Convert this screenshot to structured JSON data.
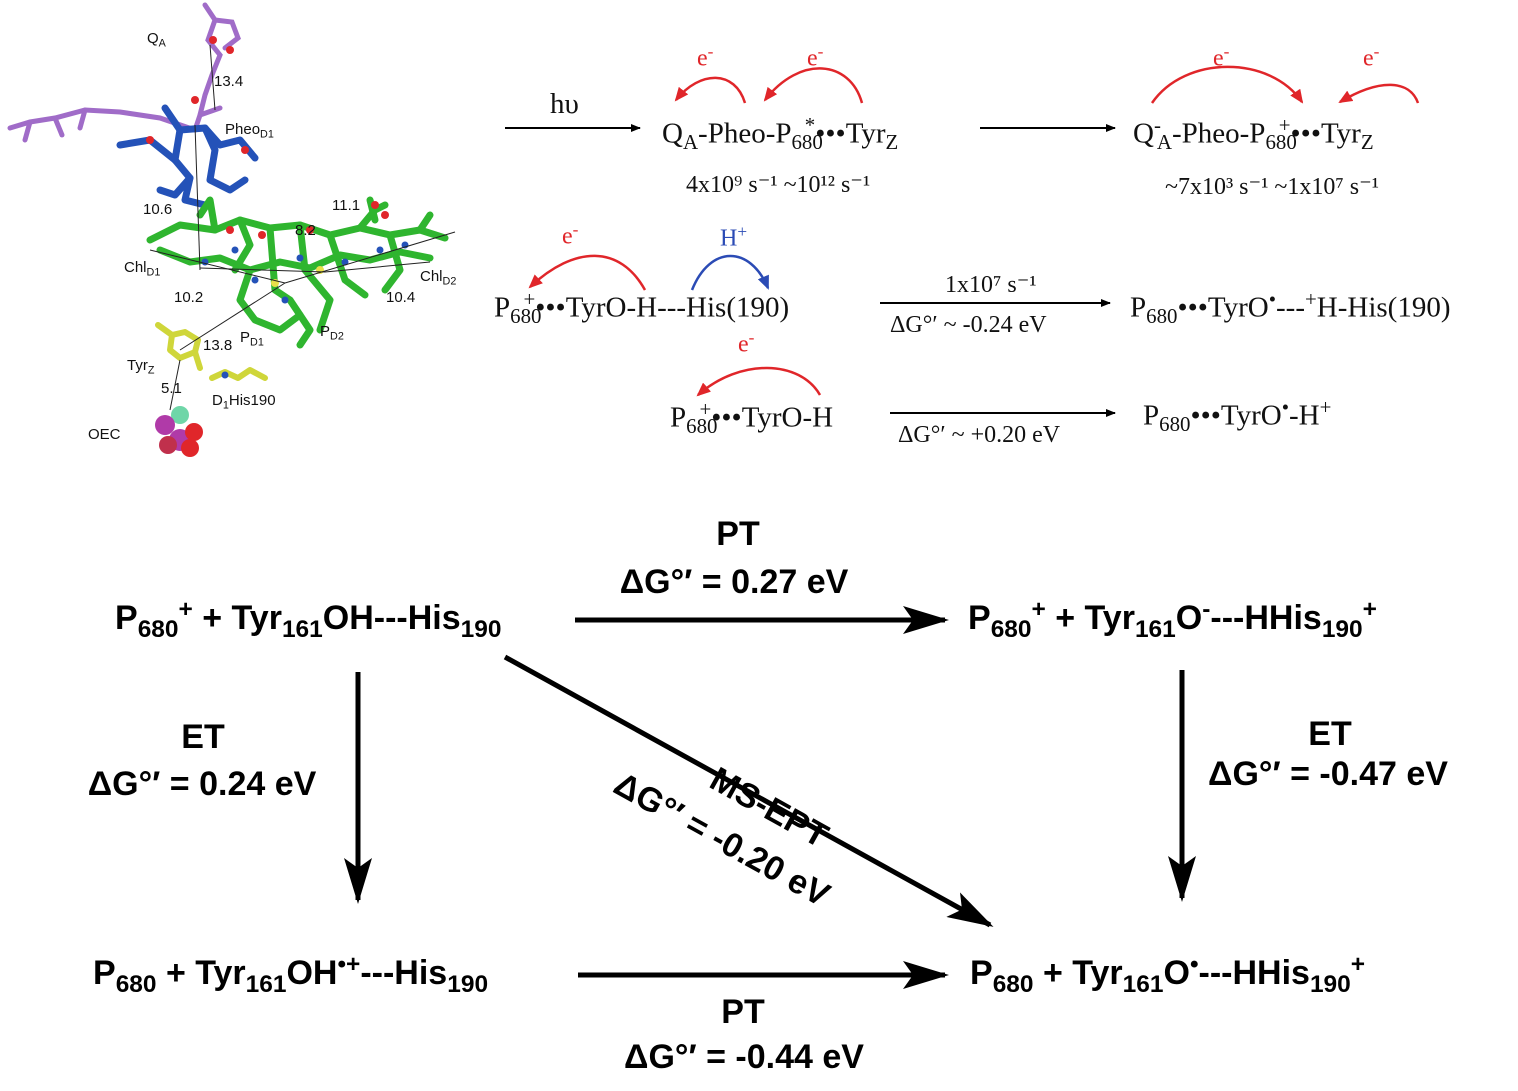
{
  "structure": {
    "qa": "QA",
    "pheo": "PheoD1",
    "chl_d1": "ChlD1",
    "chl_d2": "ChlD2",
    "pd1": "PD1",
    "pd2": "PD2",
    "tyrz": "TyrZ",
    "his": "D1His190",
    "oec": "OEC",
    "distances": {
      "d134": "13.4",
      "d106": "10.6",
      "d111": "11.1",
      "d82": "8.2",
      "d102": "10.2",
      "d104": "10.4",
      "d138": "13.8",
      "d51": "5.1"
    }
  },
  "scheme": {
    "hv": "hυ",
    "e_label": "e-",
    "h_label": "H+",
    "rate1": "4x10⁹ s⁻¹ ~10¹² s⁻¹",
    "rate2": "~7x10³ s⁻¹ ~1x10⁷ s⁻¹",
    "rate3": "1x10⁷ s⁻¹",
    "dg3": "ΔG°′ ~ -0.24 eV",
    "dg4": "ΔG°′ ~ +0.20 eV"
  },
  "cycle": {
    "top_pt": {
      "label": "PT",
      "dg": "ΔG°′ = 0.27 eV"
    },
    "left_et": {
      "label": "ET",
      "dg": "ΔG°′ = 0.24 eV"
    },
    "right_et": {
      "label": "ET",
      "dg": "ΔG°′ = -0.47 eV"
    },
    "diag": {
      "label": "MS-EPT",
      "dg": "ΔG°′ = -0.20 eV"
    },
    "bottom_pt": {
      "label": "PT",
      "dg": "ΔG°′ = -0.44 eV"
    }
  },
  "colors": {
    "electron": "#e0262a",
    "proton": "#2b4bb5",
    "qa": "#a06cc8",
    "pheo": "#2452b8",
    "chl": "#2fb52f",
    "tyr": "#cfd63a",
    "oec": "#b03aa8"
  }
}
